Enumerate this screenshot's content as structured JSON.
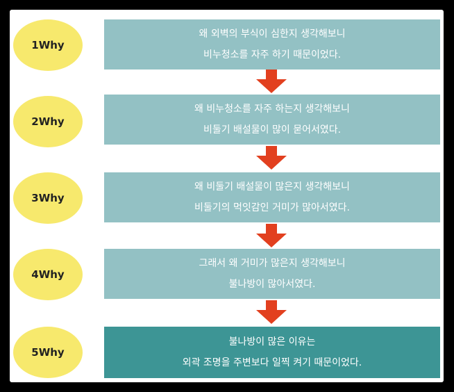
{
  "steps": [
    {
      "label": "1Why",
      "line1": "왜 외벽의 부식이 심한지 생각해보니",
      "line2": "비누청소를 자주 하기 때문이었다."
    },
    {
      "label": "2Why",
      "line1": "왜 비누청소를 자주 하는지 생각해보니",
      "line2": "비둘기 배설물이 많이 묻어서였다."
    },
    {
      "label": "3Why",
      "line1": "왜 비둘기 배설물이 많은지 생각해보니",
      "line2": "비둘기의 먹잇감인 거미가 많아서였다."
    },
    {
      "label": "4Why",
      "line1": "그래서 왜 거미가 많은지 생각해보니",
      "line2": "불나방이 많아서였다."
    },
    {
      "label": "5Why",
      "line1": "불나방이 많은 이유는",
      "line2": "외곽 조명을 주변보다 일찍 켜기 때문이었다."
    }
  ],
  "colors": {
    "ellipse": "#f7e96d",
    "box": "#93c1c4",
    "box_final": "#3d9595",
    "arrow": "#e2401f",
    "background": "#000000",
    "panel": "#ffffff"
  },
  "icons": {
    "connector": "arrow-down-icon"
  }
}
